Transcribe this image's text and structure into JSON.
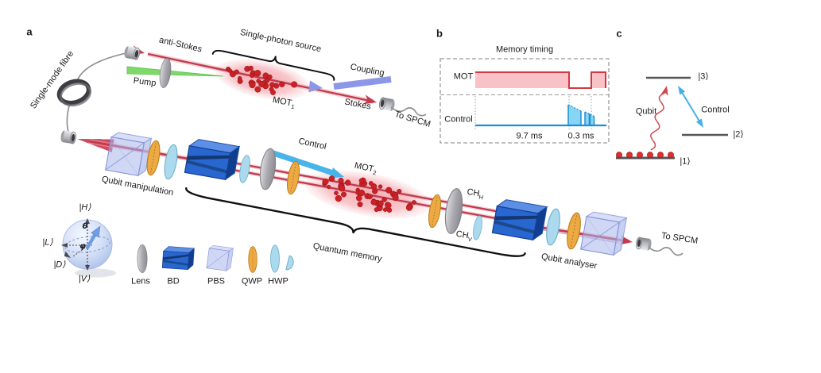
{
  "figure": {
    "panel_a": {
      "label": "a",
      "single_mode_fibre": "Single-mode fibre",
      "anti_stokes": "anti-Stokes",
      "pump": "Pump",
      "single_photon_source": "Single-photon source",
      "mot1": {
        "base": "MOT",
        "sub": "1"
      },
      "coupling": "Coupling",
      "stokes": "Stokes",
      "to_spcm_top": "To SPCM",
      "qubit_manipulation": "Qubit manipulation",
      "control": "Control",
      "mot2": {
        "base": "MOT",
        "sub": "2"
      },
      "ch_h": {
        "base": "CH",
        "sub": "H"
      },
      "ch_v": {
        "base": "CH",
        "sub": "V"
      },
      "quantum_memory": "Quantum memory",
      "qubit_analyser": "Qubit analyser",
      "to_spcm_right": "To SPCM",
      "bloch": {
        "h": "|H⟩",
        "l": "|L⟩",
        "d": "|D⟩",
        "v": "|V⟩",
        "theta": "θ",
        "phi": "φ"
      },
      "legend": [
        {
          "label": "Lens"
        },
        {
          "label": "BD"
        },
        {
          "label": "PBS"
        },
        {
          "label": "QWP"
        },
        {
          "label": "HWP"
        }
      ]
    },
    "panel_b": {
      "label": "b",
      "title": "Memory timing",
      "mot_label": "MOT",
      "control_label": "Control",
      "interval_1": "9.7 ms",
      "interval_2": "0.3 ms"
    },
    "panel_c": {
      "label": "c",
      "qubit": "Qubit",
      "control": "Control",
      "level_1": "|1⟩",
      "level_2": "|2⟩",
      "level_3": "|3⟩"
    },
    "colors": {
      "beam_red": "#c23a4e",
      "pump_green": "#7fd969",
      "coupling_blue": "#8d97e8",
      "control_blue": "#49b4e9",
      "mot_pink": "#f5b0b6",
      "atom_red": "#cb2026",
      "qwp_orange": "#edaa43",
      "hwp_blue": "#abdaee",
      "bd_blue": "#2767cf",
      "pbs_lavender": "#aab6ec",
      "timing_red": "#d8363e",
      "timing_red_fill": "#f9c2c6",
      "timing_blue": "#1f8fd5",
      "timing_blue_fill": "#86d5f3"
    }
  }
}
